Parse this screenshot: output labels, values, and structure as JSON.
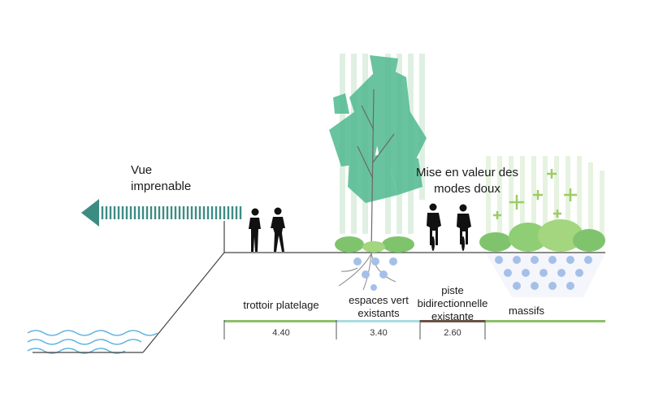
{
  "annotations": {
    "view_label": "Vue\nimprenable",
    "soft_modes_label": "Mise en valeur des\nmodes doux"
  },
  "sections": [
    {
      "name": "trottoir platelage",
      "width": "4.40",
      "color": "#8dbf6a"
    },
    {
      "name": "espaces vert\nexistants",
      "width": "3.40",
      "color": "#a9dde0"
    },
    {
      "name": "piste\nbidirectionnelle\nexistante",
      "width": "2.60",
      "color": "#6b5346"
    },
    {
      "name": "massifs",
      "width": "",
      "color": "#8dbf6a"
    }
  ],
  "colors": {
    "teal_arrow": "#3d8c84",
    "tree": "#4fb98f",
    "water": "#5fb3e0",
    "dots": "#a5c0e8",
    "plus": "#9ccc65",
    "ground_line": "#444444"
  }
}
